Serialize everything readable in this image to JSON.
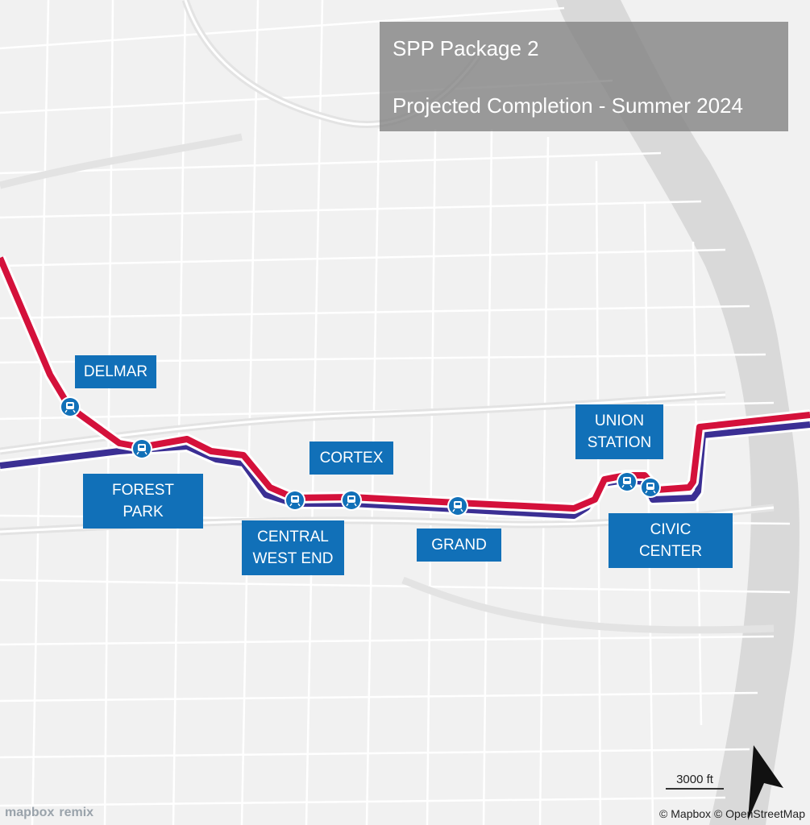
{
  "title_box": {
    "line1": "SPP Package 2",
    "line2": "Projected Completion - Summer 2024"
  },
  "stations": [
    {
      "name": "DELMAR"
    },
    {
      "name": "FOREST PARK"
    },
    {
      "name": "CENTRAL\nWEST END"
    },
    {
      "name": "CORTEX"
    },
    {
      "name": "GRAND"
    },
    {
      "name": "UNION\nSTATION"
    },
    {
      "name": "CIVIC CENTER"
    }
  ],
  "scale": {
    "label": "3000 ft"
  },
  "attribution": {
    "right": "© Mapbox © OpenStreetMap",
    "left_logo_1": "mapbox",
    "left_logo_2": "remix"
  },
  "icons": {
    "station": "train-icon",
    "north": "north-arrow-icon"
  },
  "colors": {
    "red_line": "#d4113b",
    "blue_line": "#3b2f94",
    "label_bg": "#1170b8",
    "water": "#d9d9d9",
    "road": "#ffffff"
  }
}
